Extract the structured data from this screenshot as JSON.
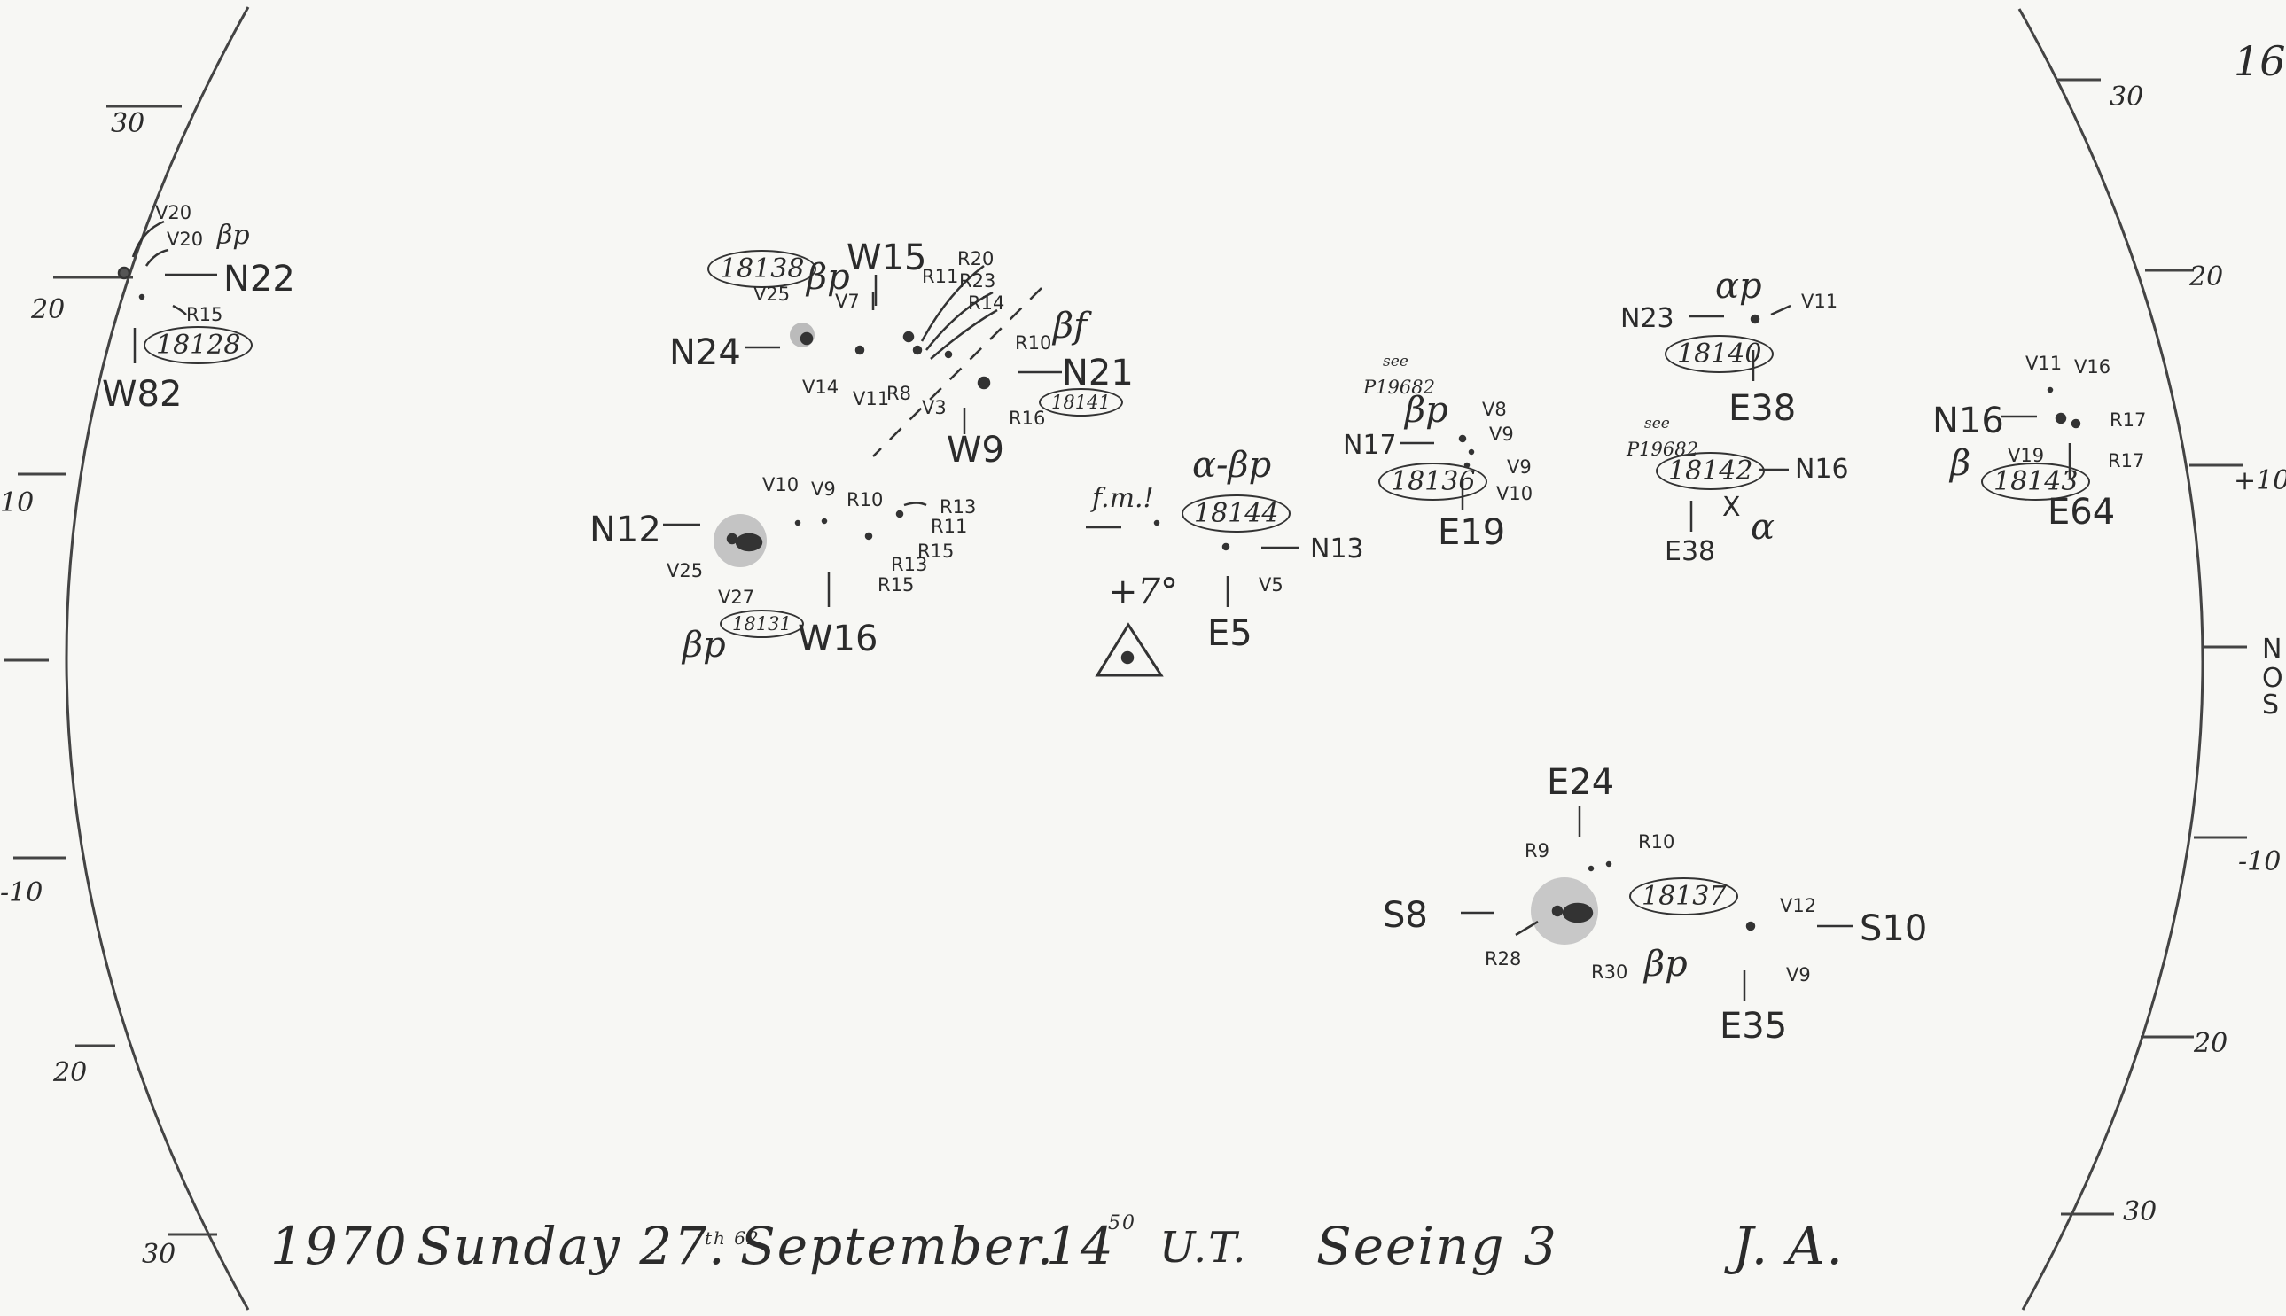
{
  "page_number": "16",
  "left_scale": [
    "30",
    "20",
    "10",
    "-10",
    "20",
    "30"
  ],
  "right_scale": [
    "30",
    "20",
    "+10",
    "N",
    "O",
    "S",
    "-10",
    "20",
    "30"
  ],
  "groups": {
    "g18128": {
      "region": "18128",
      "pos": "W82",
      "lat": "N22",
      "type": "βp",
      "labels": [
        "V20",
        "V20",
        "R15"
      ]
    },
    "g18138": {
      "region": "18138",
      "type": "βp",
      "pos": "W15",
      "lat": "N24",
      "labels": [
        "V25",
        "V7",
        "V14",
        "V11",
        "R8",
        "R11",
        "R20",
        "R23",
        "R14",
        "V3"
      ]
    },
    "g18141": {
      "region": "18141",
      "type": "βf",
      "lat": "N21",
      "pos": "W9",
      "labels": [
        "R10",
        "R16"
      ]
    },
    "g18131": {
      "region": "18131",
      "type": "βp",
      "lat": "N12",
      "pos": "W16",
      "labels": [
        "V10",
        "V9",
        "R10",
        "R13",
        "R11",
        "R15",
        "R13",
        "R15",
        "V25",
        "V27"
      ]
    },
    "g18144": {
      "region": "18144",
      "type": "α-βp",
      "note": "f.m.!",
      "lat": "N13",
      "pos": "E5",
      "labels": [
        "V5"
      ]
    },
    "g18136": {
      "region": "18136",
      "type": "βp",
      "ref": "P19682",
      "ref_note": "see",
      "lat": "N17",
      "pos": "E19",
      "labels": [
        "V8",
        "V9",
        "V9",
        "V10"
      ]
    },
    "g18140": {
      "region": "18140",
      "type": "αp",
      "lat": "N23",
      "pos": "E38",
      "labels": [
        "V11"
      ]
    },
    "g18142": {
      "region": "18142",
      "ref": "P19682",
      "ref_note": "see",
      "lat": "N16",
      "pos": "E38",
      "type": "α",
      "mark": "X"
    },
    "g18143": {
      "region": "18143",
      "type": "β",
      "lat": "N16",
      "pos": "E64",
      "labels": [
        "V11",
        "V16",
        "R17",
        "R17",
        "V19"
      ]
    },
    "g18137": {
      "region": "18137",
      "type": "βp",
      "lat": "S8",
      "pos": "E24",
      "labels": [
        "R9",
        "R10",
        "R28",
        "R30"
      ]
    },
    "gS10": {
      "lat": "S10",
      "pos": "E35",
      "labels": [
        "V12",
        "V9"
      ]
    }
  },
  "center_mark": {
    "angle": "+7°"
  },
  "footer": {
    "year": "1970",
    "date": "Sunday 27.",
    "suffix": "th 62",
    "month": "September.",
    "hour": "14",
    "minute": "50",
    "ut": "U.T.",
    "seeing": "Seeing 3",
    "initials": "J. A."
  }
}
